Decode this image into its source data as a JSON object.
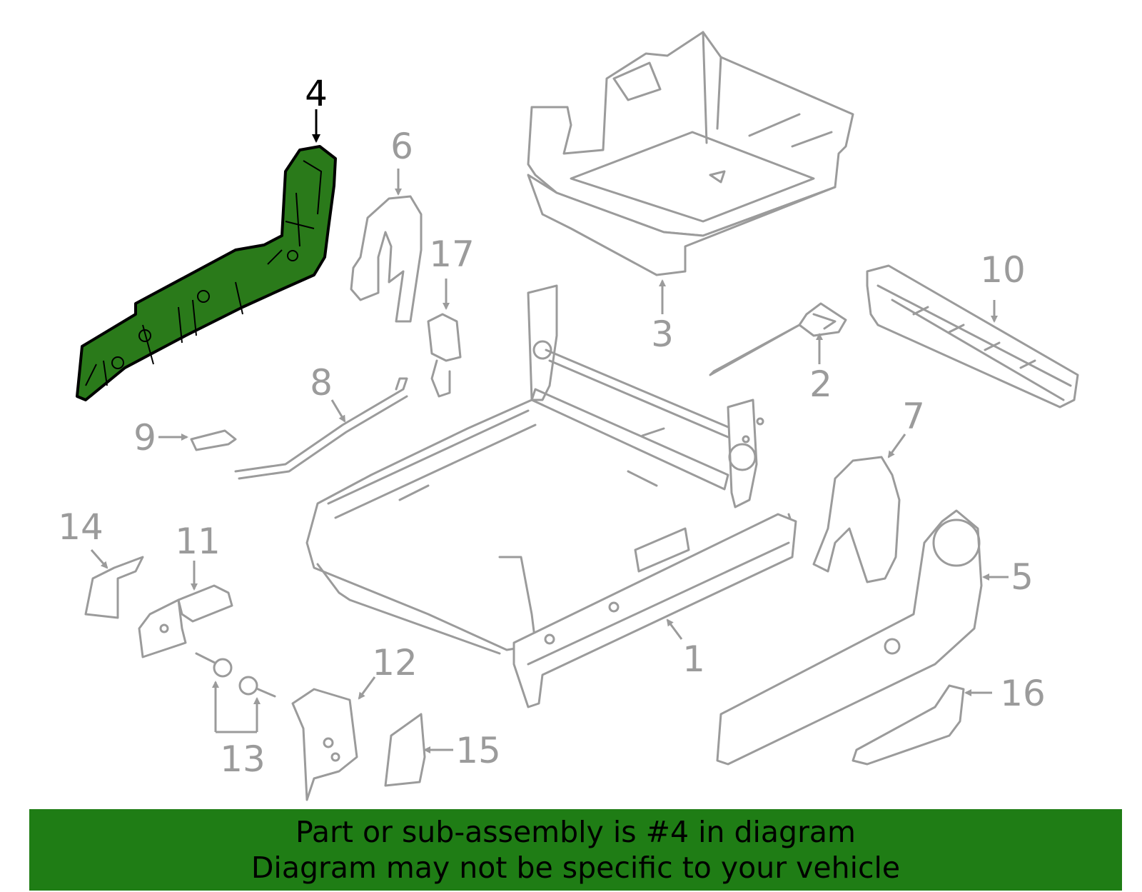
{
  "highlight_color": "#2a7a1a",
  "banner_color": "#1f7d15",
  "callouts": {
    "c1": "1",
    "c2": "2",
    "c3": "3",
    "c4": "4",
    "c5": "5",
    "c6": "6",
    "c7": "7",
    "c8": "8",
    "c9": "9",
    "c10": "10",
    "c11": "11",
    "c12": "12",
    "c13": "13",
    "c14": "14",
    "c15": "15",
    "c16": "16",
    "c17": "17"
  },
  "banner": {
    "line1": "Part or sub-assembly is #4 in diagram",
    "line2": "Diagram may not be specific to your vehicle"
  }
}
